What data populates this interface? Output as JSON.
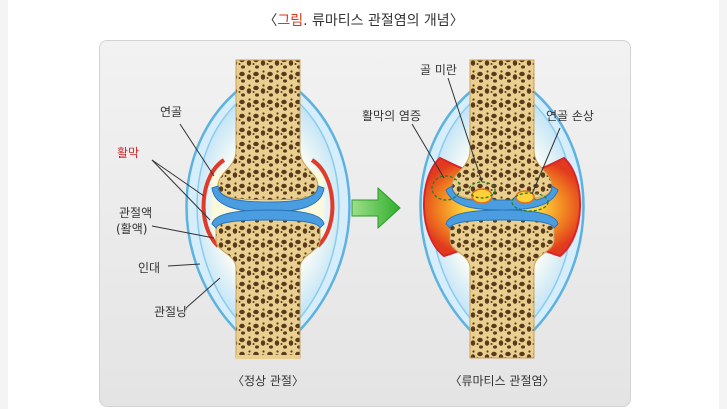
{
  "title": {
    "prefix": "〈",
    "highlight": "그림",
    "dot": ".",
    "text": " 류마티스 관절염의 개념",
    "suffix": "〉"
  },
  "left_joint": {
    "caption": "〈정상 관절〉",
    "labels": {
      "cartilage": "연골",
      "synovium": "활막",
      "synovial_fluid_1": "관절액",
      "synovial_fluid_2": "(활액)",
      "ligament": "인대",
      "joint_capsule": "관절낭"
    }
  },
  "right_joint": {
    "caption": "〈류마티스 관절염〉",
    "labels": {
      "bone_erosion": "골 미란",
      "synovitis": "활막의 염증",
      "cartilage_damage": "연골 손상"
    }
  },
  "colors": {
    "highlight": "#d63a1a",
    "synovium_label": "#d8252a",
    "arrow": "#3db83a",
    "cartilage": "#4a9de0",
    "bone": "#e9cf90",
    "inflammation": "#f07d1f"
  },
  "icons": {
    "arrow": "green-right-arrow-icon"
  }
}
